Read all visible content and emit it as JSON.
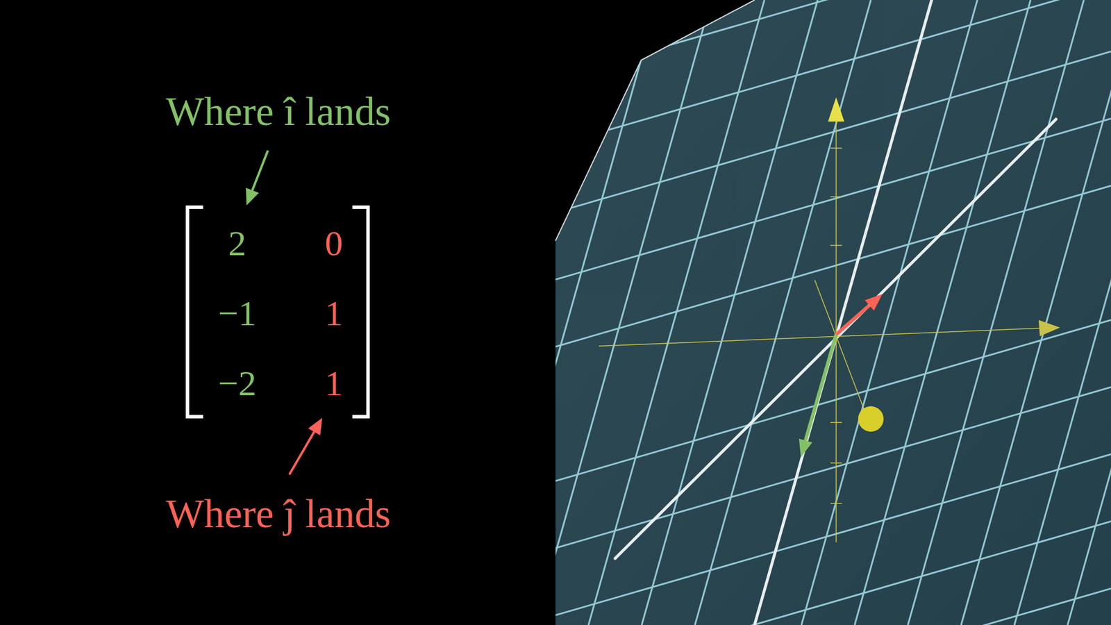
{
  "diagram": {
    "labels": [
      "Where î lands",
      "2",
      "0",
      "−1",
      "1",
      "−2",
      "1",
      "Where ĵ lands"
    ]
  }
}
